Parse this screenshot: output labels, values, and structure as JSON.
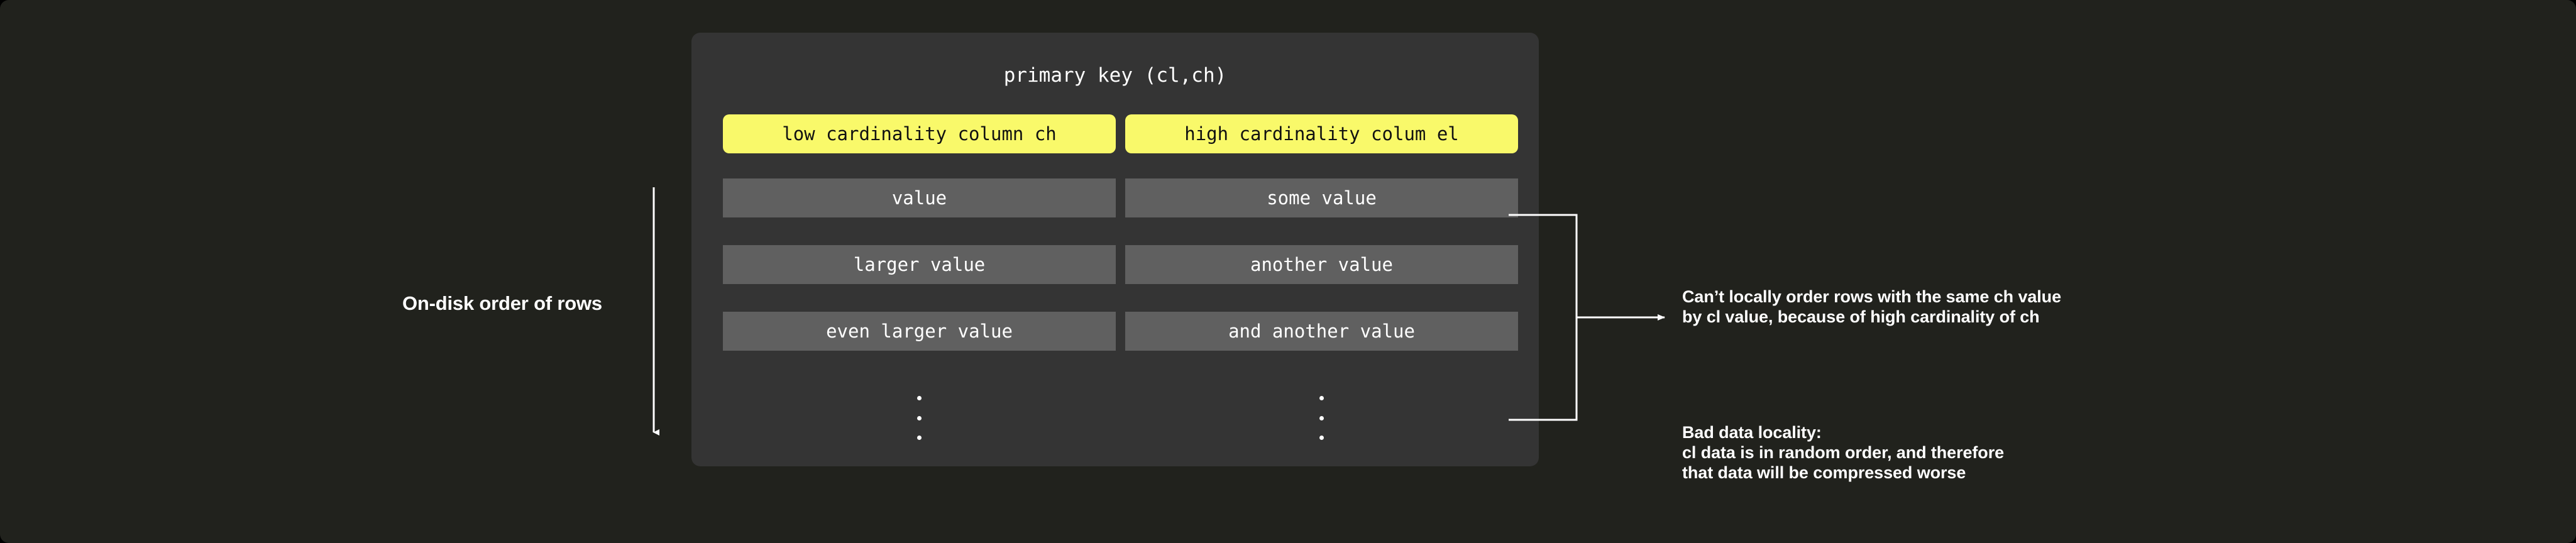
{
  "diagram": {
    "background_color": "#21221d",
    "panel_color": "#343434",
    "key_color": "#f9f96a",
    "value_color": "#606060",
    "line_color": "#ffffff",
    "left_axis_label": "On-disk order of rows",
    "panel_title": "primary key (cl,ch)",
    "columns": [
      {
        "key_label": "low cardinality column ch",
        "values": [
          "value",
          "larger value",
          "even larger value"
        ],
        "continuation": "⋮"
      },
      {
        "key_label": "high cardinality colum el",
        "values": [
          "some value",
          "another value",
          "and another value"
        ],
        "continuation": "⋮"
      }
    ],
    "notes": [
      "Can’t locally order rows with the same ch value\nby cl value, because of high cardinality of ch",
      "Bad data locality:\ncl data is in random order, and therefore\nthat data will be compressed worse"
    ]
  }
}
